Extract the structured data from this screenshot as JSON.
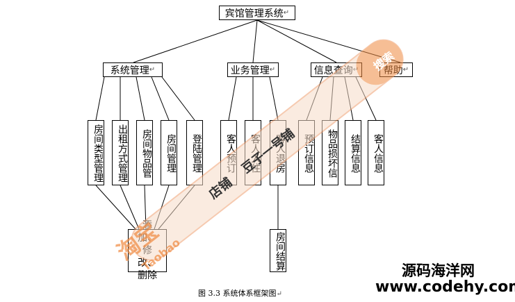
{
  "diagram": {
    "root": "宾馆管理系统",
    "level1": [
      "系统管理",
      "业务管理",
      "信息查询",
      "帮助"
    ],
    "level2": [
      "房间类型管理",
      "出租方式管理",
      "房间物品管",
      "房间管理",
      "登陆管理",
      "客人预订",
      "客人入住",
      "客人退房",
      "预订信息",
      "物品损坏信",
      "结算信息",
      "客人信息"
    ],
    "level3": [
      "添加、修改、删除",
      "房间结算"
    ],
    "return_mark": "↵",
    "caption": "图 3.3    系统体系框架图"
  },
  "watermark": {
    "stamp_top": "搜索",
    "stamp_shop": "店铺",
    "stamp_name": "豆子一号铺",
    "stamp_logo": "淘宝",
    "stamp_logo_en": "Taobao",
    "site_name": "源码海洋网",
    "site_url": "www.codehy.com"
  }
}
